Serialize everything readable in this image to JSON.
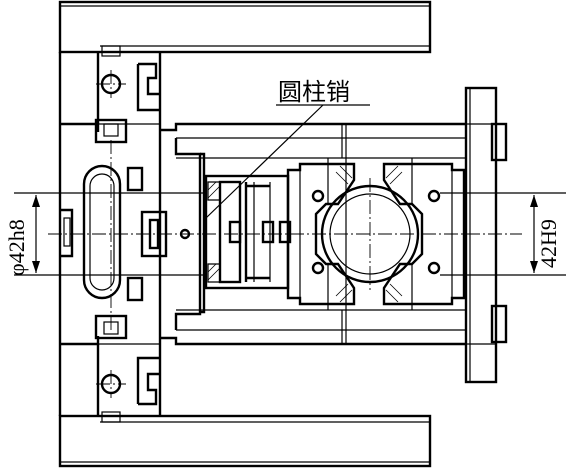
{
  "labels": {
    "callout": "圆柱销",
    "dim_left": "φ42h8",
    "dim_right": "42H9"
  }
}
